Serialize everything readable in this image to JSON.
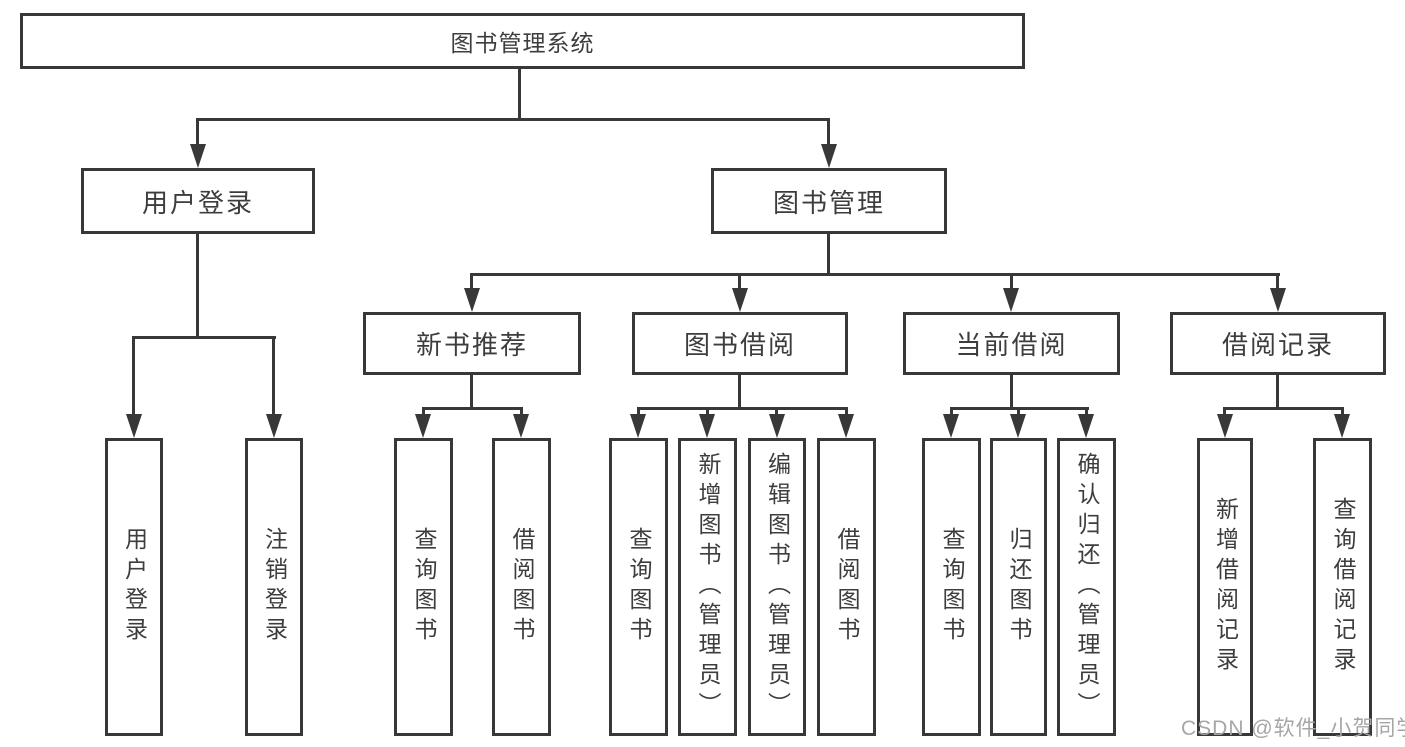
{
  "tree": {
    "root": {
      "label": "图书管理系统",
      "children": [
        {
          "label": "用户登录",
          "children": [
            {
              "label": "用户登录"
            },
            {
              "label": "注销登录"
            }
          ]
        },
        {
          "label": "图书管理",
          "children": [
            {
              "label": "新书推荐",
              "children": [
                {
                  "label": "查询图书"
                },
                {
                  "label": "借阅图书"
                }
              ]
            },
            {
              "label": "图书借阅",
              "children": [
                {
                  "label": "查询图书"
                },
                {
                  "label": "新增图书（管理员）"
                },
                {
                  "label": "编辑图书（管理员）"
                },
                {
                  "label": "借阅图书"
                }
              ]
            },
            {
              "label": "当前借阅",
              "children": [
                {
                  "label": "查询图书"
                },
                {
                  "label": "归还图书"
                },
                {
                  "label": "确认归还（管理员）"
                }
              ]
            },
            {
              "label": "借阅记录",
              "children": [
                {
                  "label": "新增借阅记录"
                },
                {
                  "label": "查询借阅记录"
                }
              ]
            }
          ]
        }
      ]
    }
  },
  "watermark": {
    "text": "CSDN @软件_小贺同学"
  },
  "colors": {
    "line": "#383838",
    "text": "#3d3d3d",
    "background": "#ffffff",
    "watermark": "#a6a6a6"
  }
}
